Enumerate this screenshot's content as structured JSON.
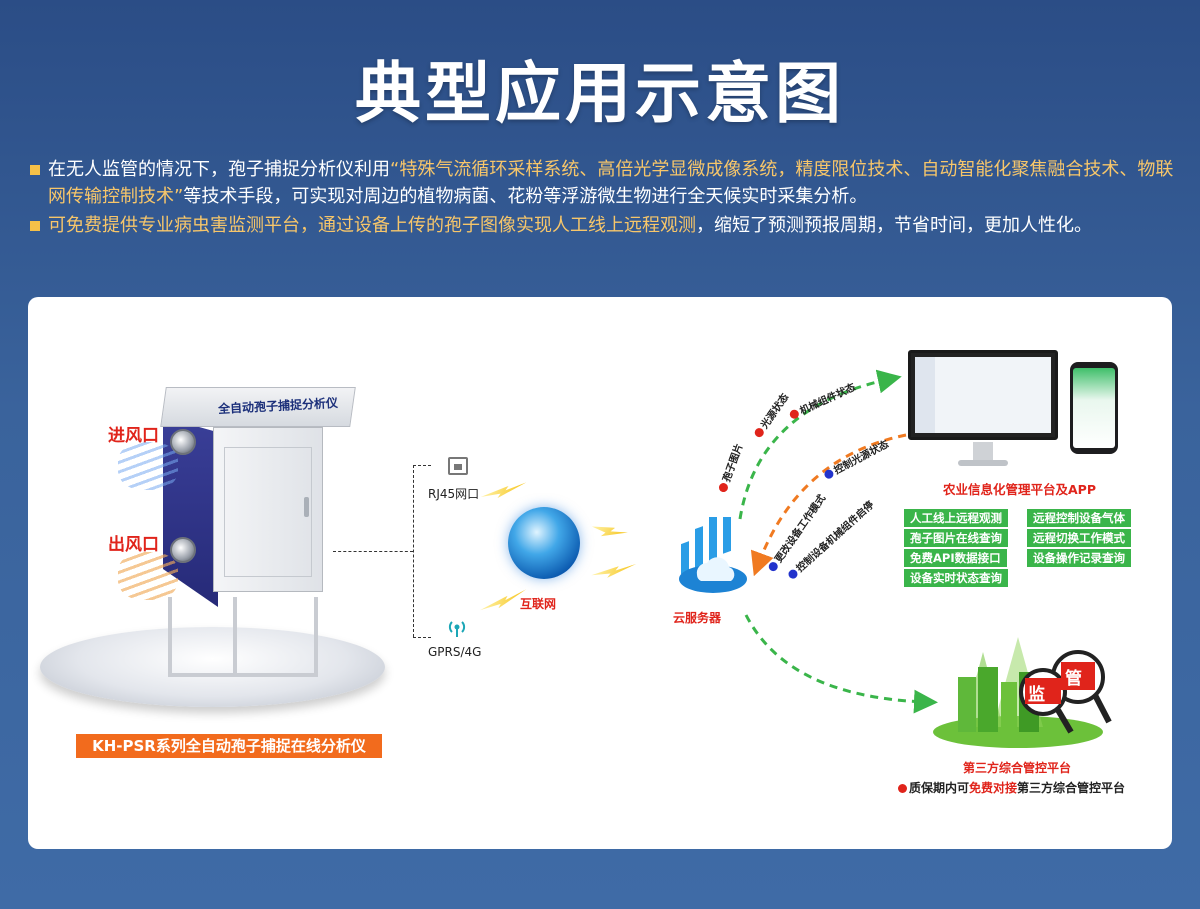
{
  "title": "典型应用示意图",
  "intro": {
    "para1_prefix": "在无人监管的情况下，孢子捕捉分析仪利用",
    "para1_highlight": "“特殊气流循环采样系统、高倍光学显微成像系统，精度限位技术、自动智能化聚焦融合技术、物联网传输控制技术”",
    "para1_suffix": "等技术手段，可实现对周边的植物病菌、花粉等浮游微生物进行全天候实时采集分析。",
    "para2_highlight": "可免费提供专业病虫害监测平台，通过设备上传的孢子图像实现人工线上远程观测",
    "para2_suffix": "，缩短了预测预报周期，节省时间，更加人性化。"
  },
  "device": {
    "name": "全自动孢子捕捉分析仪",
    "inlet": "进风口",
    "outlet": "出风口",
    "model": "KH-PSR系列全自动孢子捕捉在线分析仪"
  },
  "network": {
    "rj45": "RJ45网口",
    "gprs": "GPRS/4G",
    "internet": "互联网",
    "cloud": "云服务器"
  },
  "upload_items": [
    "孢子图片",
    "光源状态",
    "机械组件状态"
  ],
  "control_items": [
    "控制光源状态",
    "更改设备工作模式",
    "控制设备机械组件启停"
  ],
  "platform": {
    "title": "农业信息化管理平台及APP",
    "features_left": [
      "人工线上远程观测",
      "孢子图片在线查询",
      "免费API数据接口",
      "设备实时状态查询"
    ],
    "features_right": [
      "远程控制设备气体",
      "远程切换工作模式",
      "设备操作记录查询"
    ]
  },
  "third_party": {
    "badge1": "监",
    "badge2": "管",
    "title": "第三方综合管控平台",
    "note_prefix": "质保期内可",
    "note_highlight": "免费对接",
    "note_suffix": "第三方综合管控平台"
  },
  "colors": {
    "bg_top": "#2b4d86",
    "highlight": "#f7c66a",
    "accent_red": "#e0241b",
    "accent_orange": "#f26b1d",
    "feature_green": "#3ab54a",
    "arrow_green": "#3ab54a",
    "arrow_orange": "#f07a21",
    "dot_red": "#e0241b",
    "dot_blue": "#2233cc"
  }
}
